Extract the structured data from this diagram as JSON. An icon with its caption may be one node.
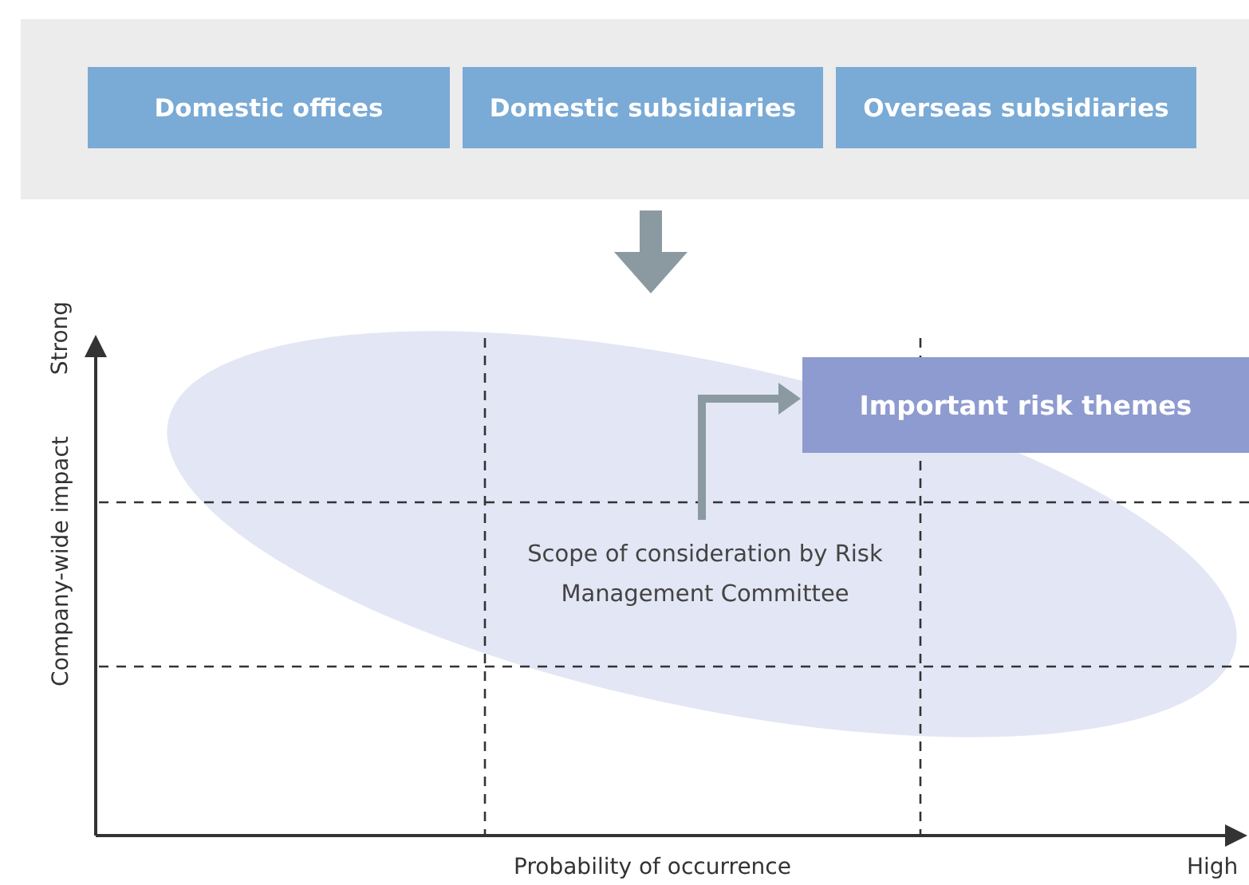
{
  "diagram": {
    "nodes": [
      {
        "text": [],
        "shape": "box"
      },
      {
        "text": [
          "Domestic offices"
        ],
        "in": 0
      },
      {
        "text": [
          "Domestic subsidiaries"
        ],
        "in": 0
      },
      {
        "text": [
          "Overseas subsidiaries"
        ],
        "in": 0
      },
      {
        "text": [
          "Scope of consideration by Risk Management Committee"
        ]
      },
      {
        "text": [
          "Important risk themes"
        ]
      }
    ],
    "edges": [
      {
        "from": 0,
        "to": 4,
        "arrow": "to",
        "style": "thick"
      },
      {
        "from": 4,
        "to": 5,
        "arrow": "to"
      }
    ],
    "labels": [
      "Strong",
      "Company-wide impact",
      "Probability of occurrence",
      "High"
    ]
  }
}
